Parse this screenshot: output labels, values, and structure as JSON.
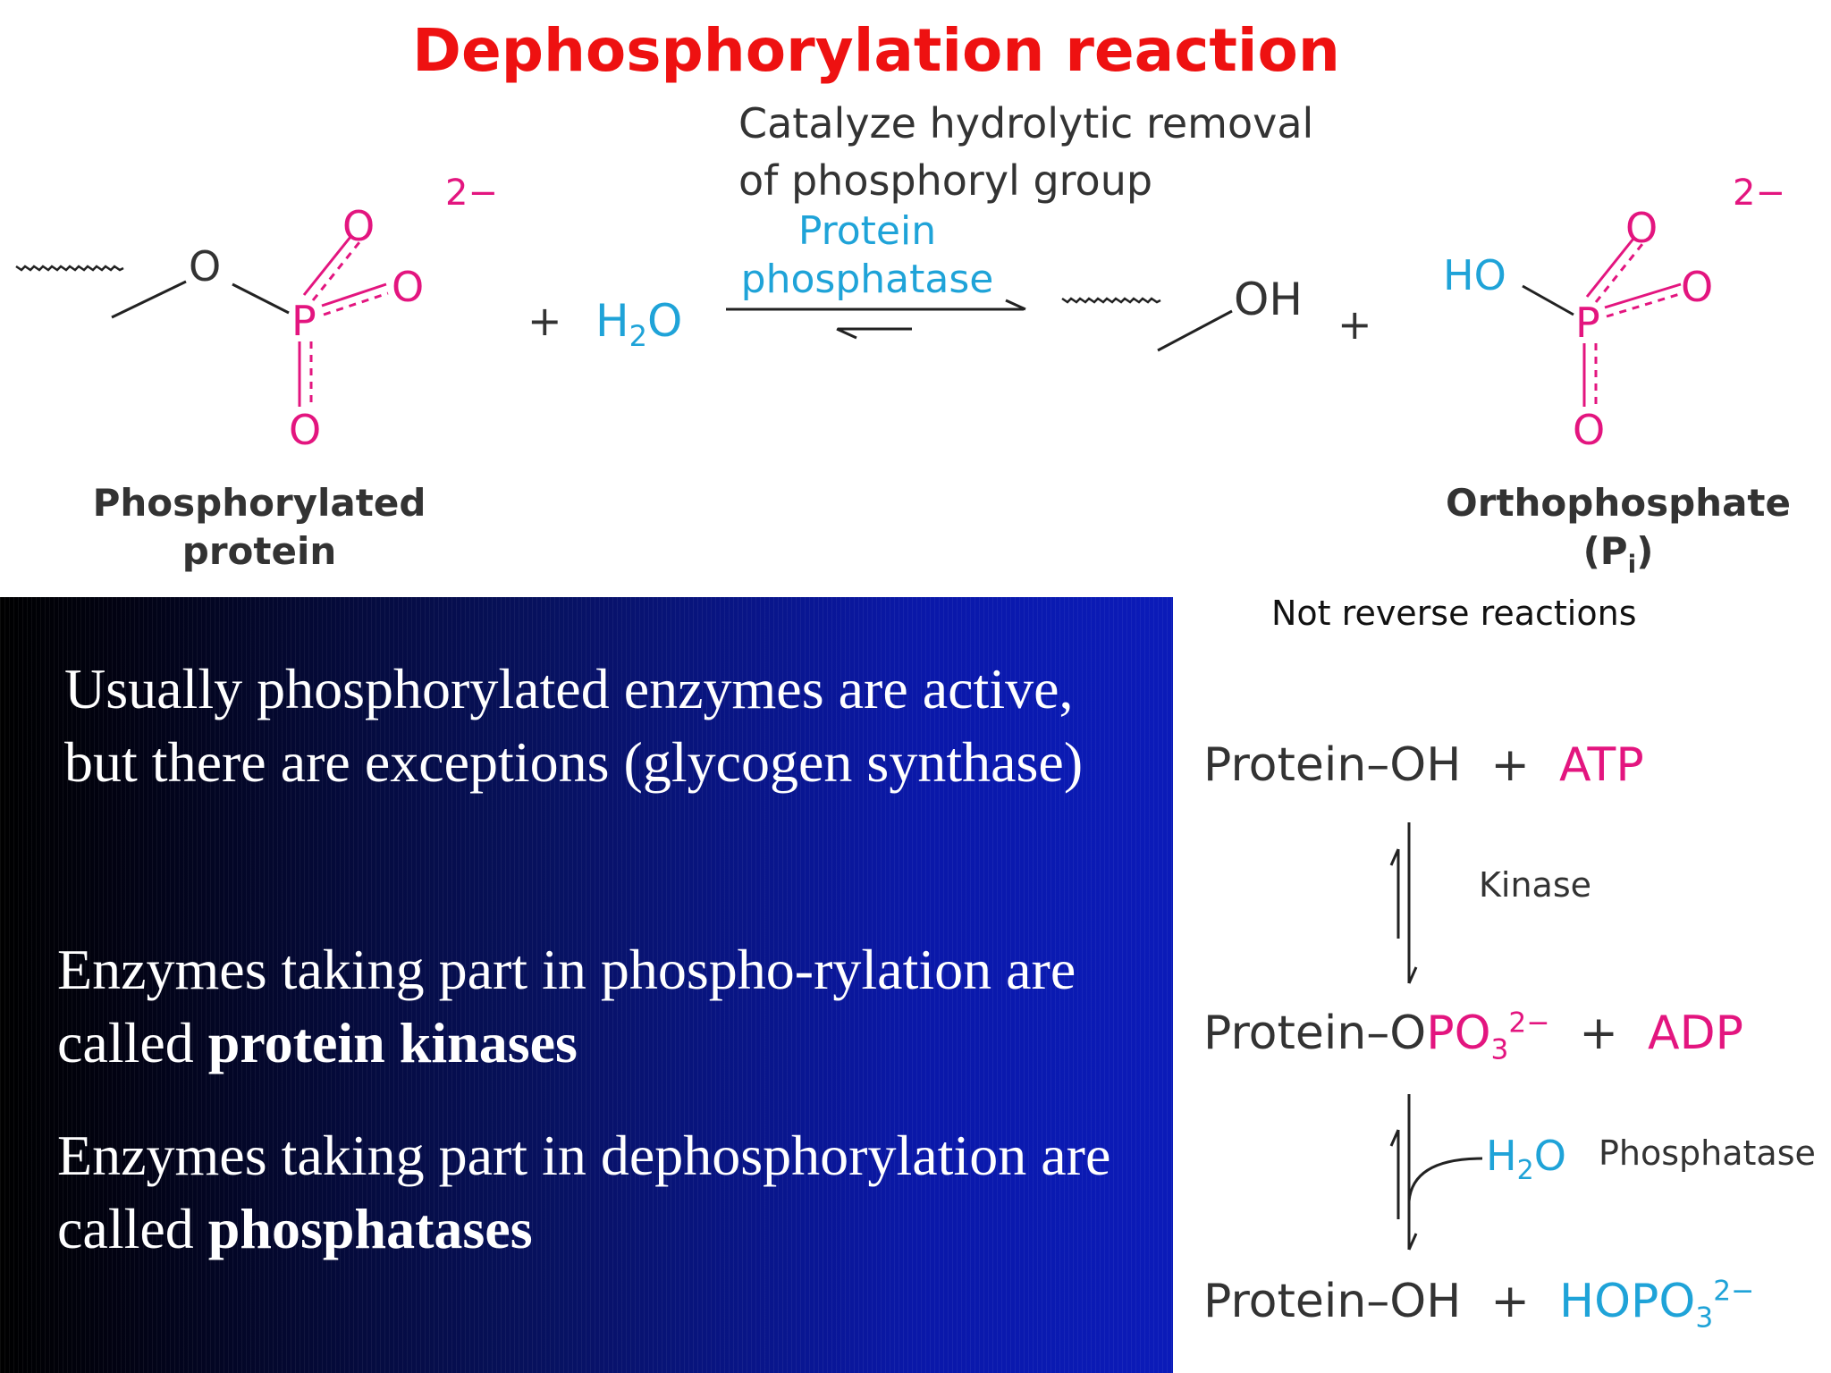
{
  "title": "Dephosphorylation reaction",
  "reaction": {
    "note_line1": "Catalyze hydrolytic removal",
    "note_line2": "of phosphoryl group",
    "enzyme_line1": "Protein",
    "enzyme_line2": "phosphatase",
    "plus": "+",
    "water_h": "H",
    "water_sub": "2",
    "water_o": "O",
    "charge": "2−",
    "atom_o": "O",
    "atom_p": "P",
    "atom_oh": "OH",
    "atom_ho": "HO",
    "left_label_line1": "Phosphorylated",
    "left_label_line2": "protein",
    "right_label_line1": "Orthophosphate",
    "right_label_pre": "(P",
    "right_label_sub": "i",
    "right_label_post": ")",
    "not_reverse": "Not reverse reactions"
  },
  "panel": {
    "para1": "Usually phosphorylated enzymes are active, but there are exceptions (glycogen synthase)",
    "para2_text": "Enzymes taking part in phospho-rylation are called ",
    "para2_bold": "protein kinases",
    "para3_text": "Enzymes taking part in dephosphorylation are called ",
    "para3_bold": "phosphatases"
  },
  "scheme": {
    "row1_protein": "Protein–OH",
    "plus": "+",
    "row1_reagent": "ATP",
    "kinase_label": "Kinase",
    "row2_protein": "Protein–O",
    "row2_group": "PO",
    "row2_sub": "3",
    "row2_sup": "2−",
    "row2_reagent": "ADP",
    "water_h": "H",
    "water_sub": "2",
    "water_o": "O",
    "phosphatase_label": "Phosphatase",
    "row3_protein": "Protein–OH",
    "row3_group": "HOPO",
    "row3_sub": "3",
    "row3_sup": "2−"
  },
  "colors": {
    "title": "#ee1111",
    "cyan": "#1fa3d8",
    "magenta": "#e3157f",
    "panel_dark": "#000000",
    "panel_blue": "#0b1bb9"
  }
}
